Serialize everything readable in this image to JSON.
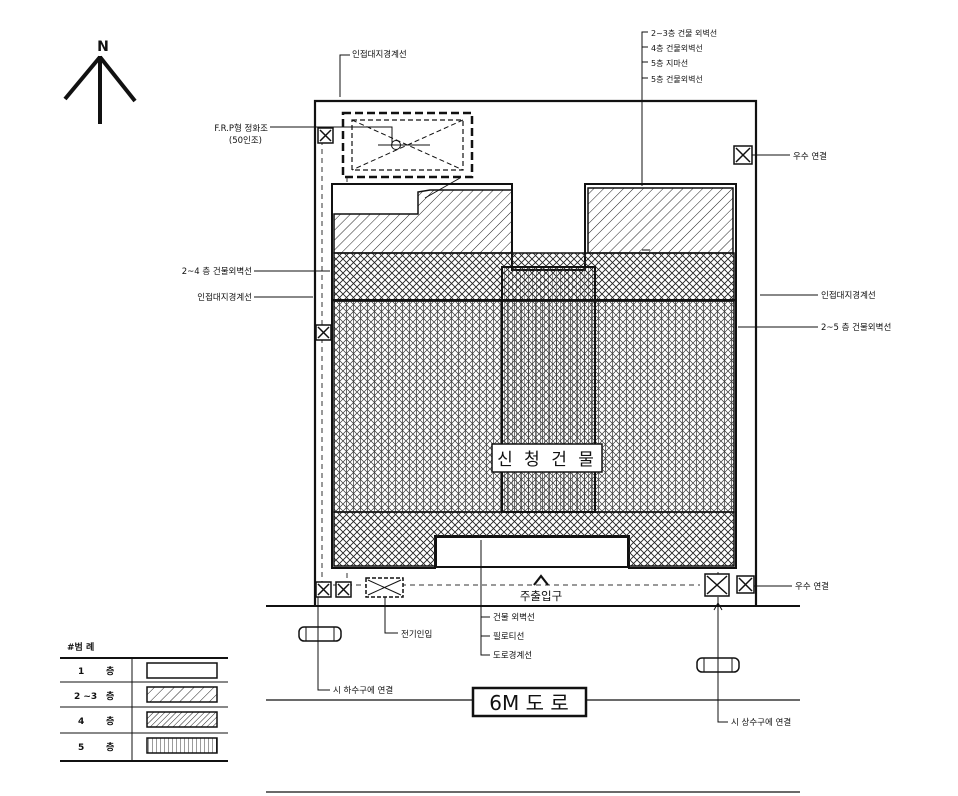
{
  "north": "N",
  "building_label": "신 청 건 물",
  "road_label": "6M 도 로",
  "main_entrance": "주출입구",
  "callouts": {
    "adjacent_boundary_top": "인접대지경계선",
    "adjacent_boundary_left": "인접대지경계선",
    "adjacent_boundary_right": "인접대지경계선",
    "septic_tank_line1": "F.R.P형 정화조",
    "septic_tank_line2": "(50인조)",
    "top_right_1": "2~3층 건물 외벽선",
    "top_right_2": "4층 건물외벽선",
    "top_right_3": "5층 지마선",
    "top_right_4": "5층 건물외벽선",
    "rain_drain_top": "우수 연결",
    "rain_drain_bottom": "우수 연결",
    "walls_2_4": "2~4 층 건물외벽선",
    "walls_2_5": "2~5 층 건물외벽선",
    "elec_inlet": "전기인입",
    "bottom_1": "건물 외벽선",
    "bottom_2": "필로티선",
    "bottom_3": "도로경계선",
    "sewer_connect": "시 하수구에 연결",
    "water_connect": "시 상수구에 연결"
  },
  "legend": {
    "title": "#범 례",
    "rows": [
      {
        "floor": "1",
        "unit": "층",
        "pattern": "none"
      },
      {
        "floor": "2 ~3",
        "unit": "층",
        "pattern": "diagonal"
      },
      {
        "floor": "4",
        "unit": "층",
        "pattern": "dense-diagonal"
      },
      {
        "floor": "5",
        "unit": "층",
        "pattern": "vertical"
      }
    ]
  }
}
